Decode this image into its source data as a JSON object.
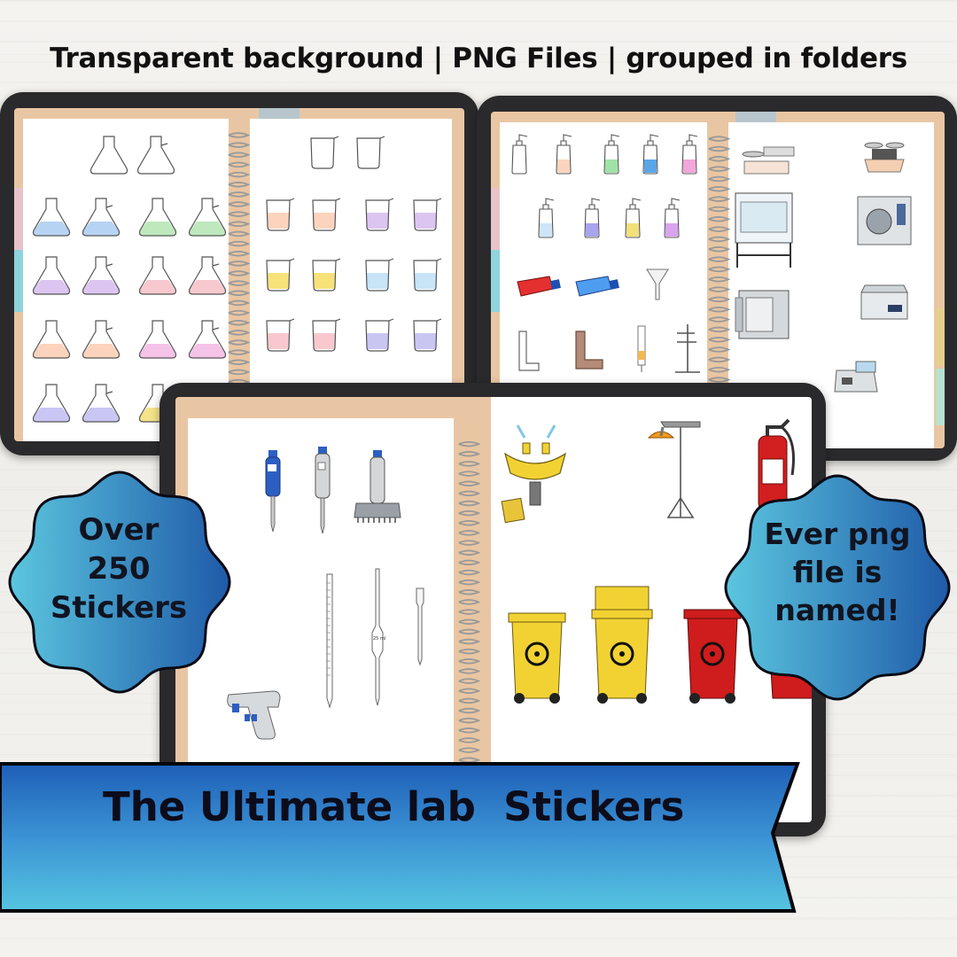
{
  "headline": "Transparent background | PNG Files | grouped in folders",
  "banner": {
    "title": "The Ultimate lab  Stickers"
  },
  "badge_left": {
    "line1": "Over",
    "line2": "250",
    "line3": "Stickers"
  },
  "badge_right": {
    "line1": "Ever png",
    "line2": "file is",
    "line3": "named!"
  },
  "beaker_label": "25 ml",
  "colors": {
    "banner_blue": "#1e5fb8",
    "banner_cyan": "#56c4e0",
    "badge_blue": "#1f5aa8",
    "badge_cyan": "#5bc6df",
    "tablet_frame": "#2a2a2c",
    "page_background": "#ffffff",
    "binding_strip": "#e9c6a3",
    "biohazard_yellow": "#f2d233",
    "hazard_red": "#d21f1f"
  },
  "icons": {
    "flasks": "erlenmeyer-flask-icon",
    "beakers": "beaker-icon",
    "wash_bottles": "wash-bottle-icon",
    "culture_flasks": "cell-culture-flask-icon",
    "equipment": [
      "balance-icon",
      "fume-hood-icon",
      "autoclave-icon",
      "incubator-icon",
      "water-bath-icon",
      "funnel-icon",
      "ring-stand-icon"
    ],
    "pipettes": [
      "micropipette-icon",
      "multichannel-pipette-icon",
      "serological-pipette-icon",
      "pipette-controller-icon",
      "pipette-bulb-icon"
    ],
    "safety": [
      "eyewash-station-icon",
      "safety-shower-icon",
      "fire-extinguisher-icon",
      "biohazard-bin-icon"
    ]
  }
}
